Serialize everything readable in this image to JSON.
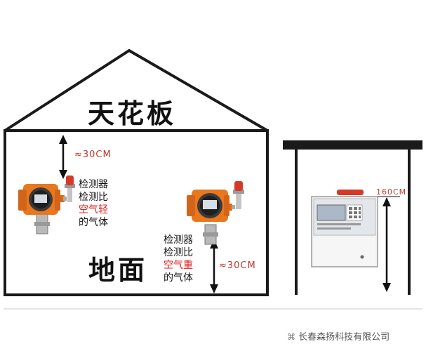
{
  "house": {
    "ceiling_label": "天花板",
    "floor_label": "地面"
  },
  "dimensions": {
    "top_gap": "≈30CM",
    "bottom_gap": "≈30CM",
    "controller_height": "160CM"
  },
  "notes": {
    "light_gas": {
      "line1": "检测器",
      "line2": "检测比",
      "line3": "空气轻",
      "line4": "的气体"
    },
    "heavy_gas": {
      "line1": "检测器",
      "line2": "检测比",
      "line3": "空气重",
      "line4": "的气体"
    }
  },
  "watermark": "长春森扬科技有限公司",
  "colors": {
    "outline": "#1a1a1a",
    "detector_orange": "#e8771e",
    "alarm_red": "#d43a2a",
    "highlight_red": "#e02020",
    "panel_screen": "#aab8c8"
  }
}
